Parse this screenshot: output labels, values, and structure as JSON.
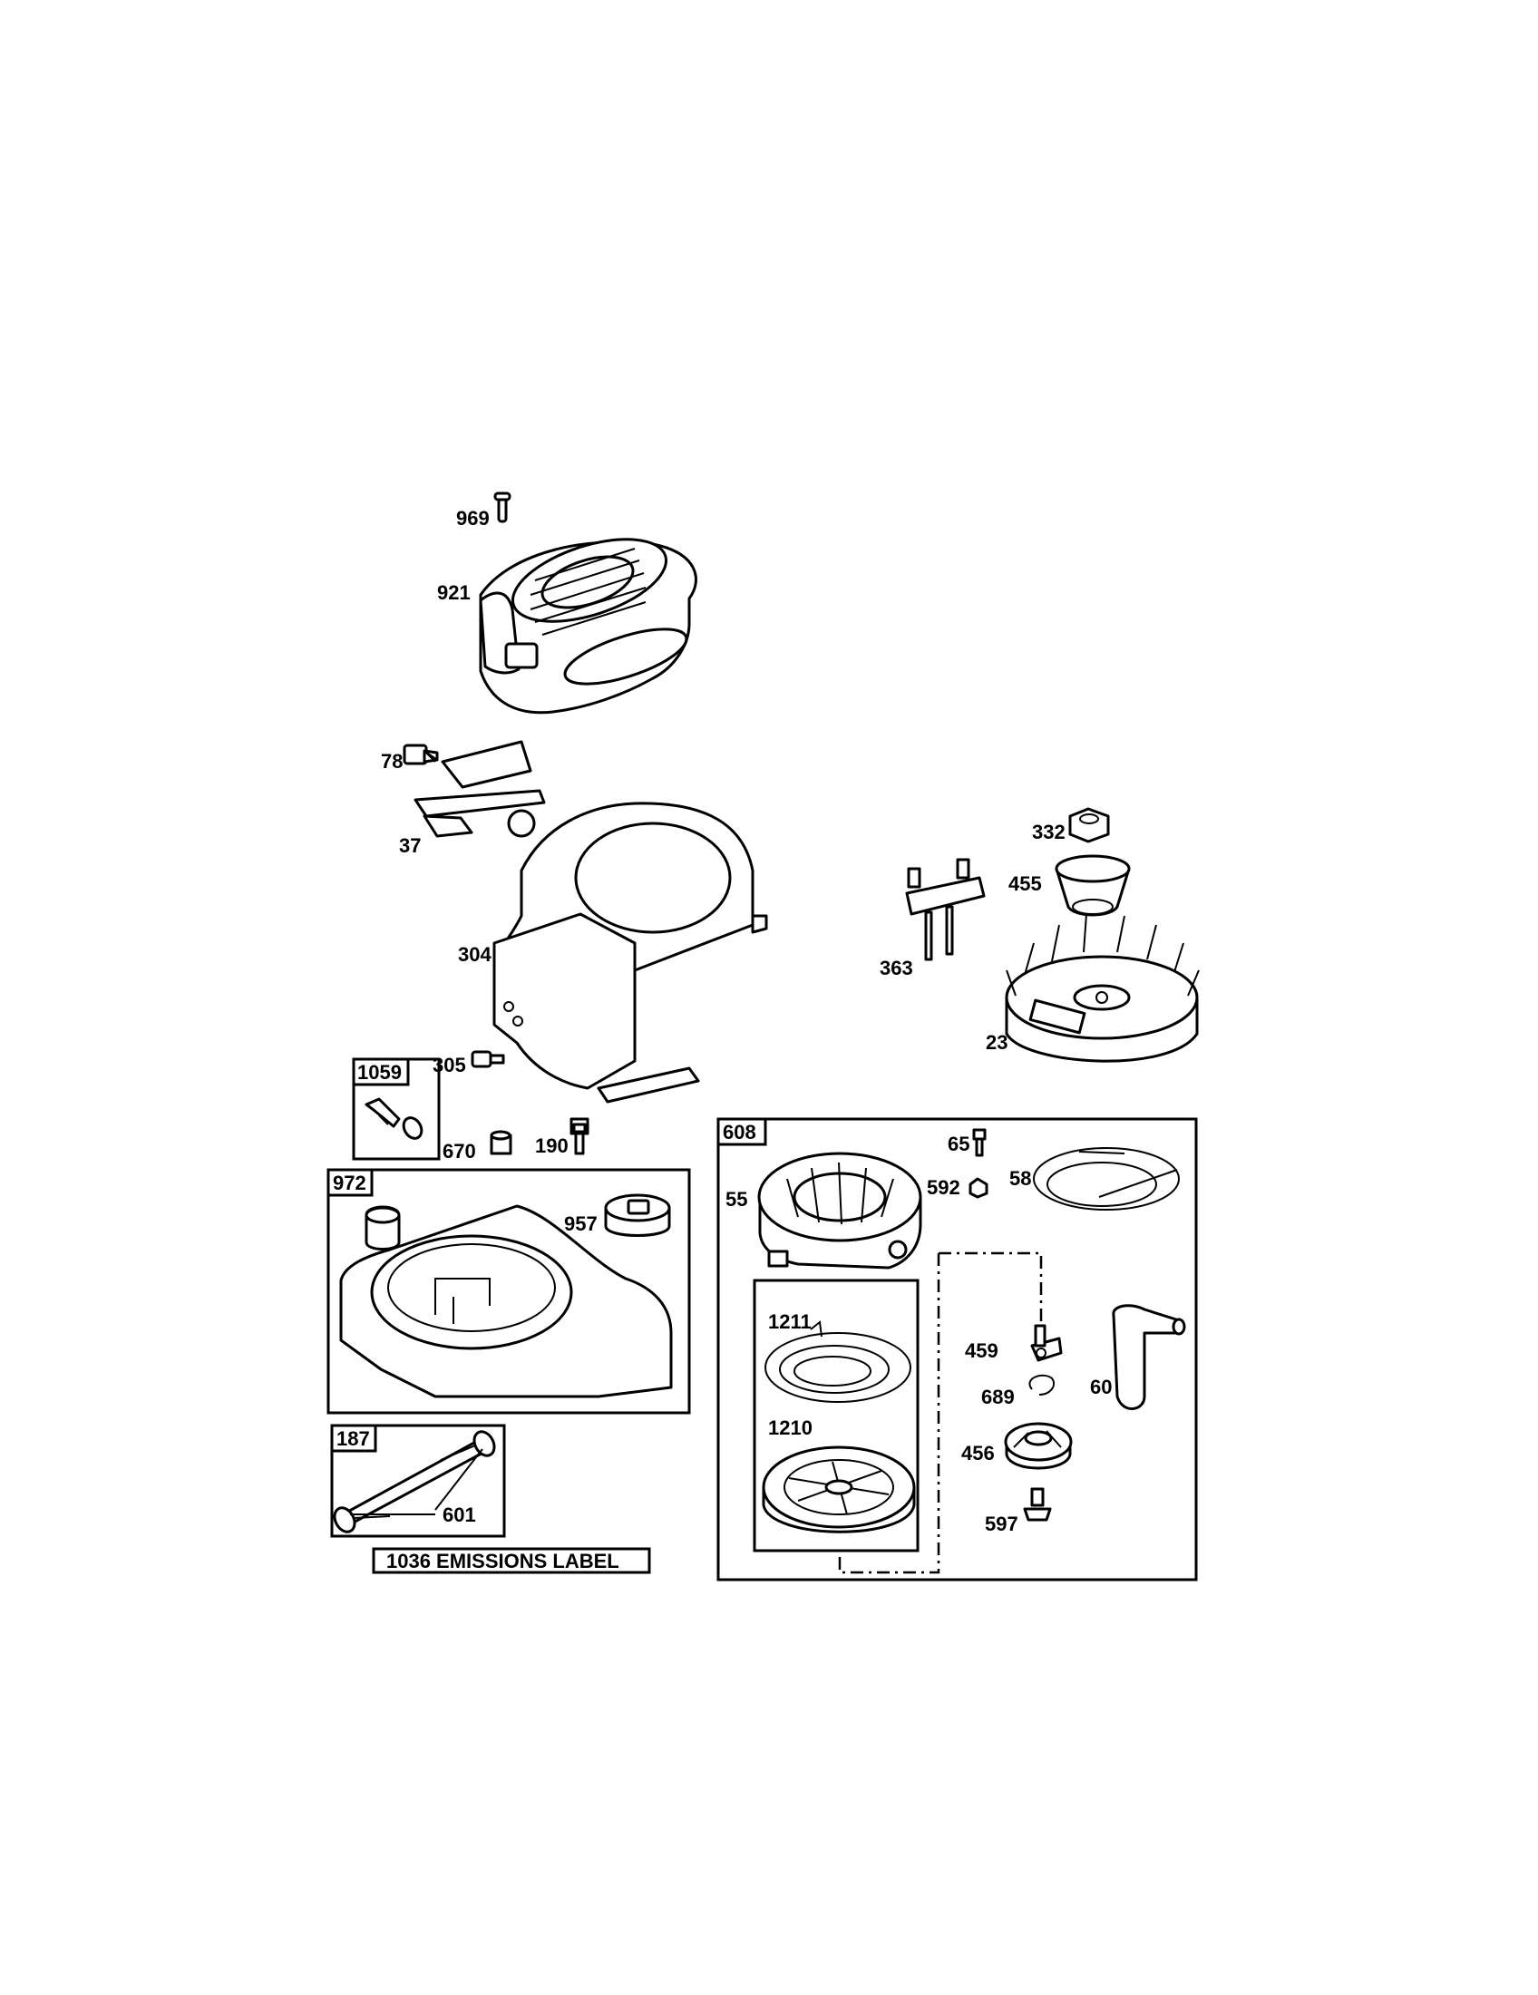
{
  "parts": {
    "p969": "969",
    "p921": "921",
    "p78": "78",
    "p37": "37",
    "p304": "304",
    "p305": "305",
    "p332": "332",
    "p455": "455",
    "p363": "363",
    "p23": "23",
    "p670": "670",
    "p190": "190",
    "p957": "957",
    "p601": "601",
    "p65": "65",
    "p592": "592",
    "p58": "58",
    "p55": "55",
    "p1211": "1211",
    "p1210": "1210",
    "p459": "459",
    "p689": "689",
    "p456": "456",
    "p597": "597",
    "p60": "60"
  },
  "groups": {
    "g1059": "1059",
    "g972": "972",
    "g187": "187",
    "g608": "608"
  },
  "emissions_label": "1036 EMISSIONS LABEL"
}
